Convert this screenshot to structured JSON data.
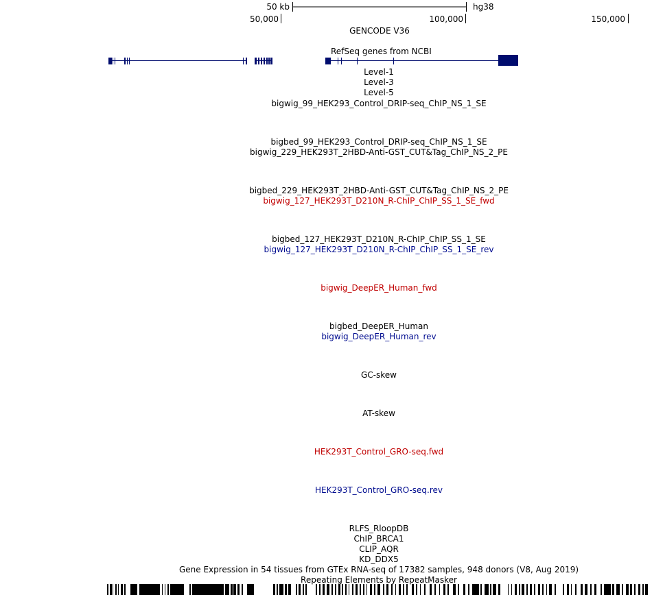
{
  "ruler": {
    "scale_label": "50 kb",
    "assembly": "hg38",
    "ticks": [
      "50,000",
      "100,000",
      "150,000"
    ]
  },
  "tracks": {
    "gencode": "GENCODE V36",
    "refseq": "RefSeq genes from NCBI",
    "level1": "Level-1",
    "level3": "Level-3",
    "level5": "Level-5",
    "t01": "bigwig_99_HEK293_Control_DRIP-seq_ChIP_NS_1_SE",
    "t02": "bigbed_99_HEK293_Control_DRIP-seq_ChIP_NS_1_SE",
    "t03": "bigwig_229_HEK293T_2HBD-Anti-GST_CUT&Tag_ChIP_NS_2_PE",
    "t04": "bigbed_229_HEK293T_2HBD-Anti-GST_CUT&Tag_ChIP_NS_2_PE",
    "t05": "bigwig_127_HEK293T_D210N_R-ChIP_ChIP_SS_1_SE_fwd",
    "t06": "bigbed_127_HEK293T_D210N_R-ChIP_ChIP_SS_1_SE",
    "t07": "bigwig_127_HEK293T_D210N_R-ChIP_ChIP_SS_1_SE_rev",
    "t08": "bigwig_DeepER_Human_fwd",
    "t09": "bigbed_DeepER_Human",
    "t10": "bigwig_DeepER_Human_rev",
    "t11": "GC-skew",
    "t12": "AT-skew",
    "t13": "HEK293T_Control_GRO-seq.fwd",
    "t14": "HEK293T_Control_GRO-seq.rev",
    "t15": "RLFS_RloopDB",
    "t16": "ChIP_BRCA1",
    "t17": "CLIP_AQR",
    "t18": "KD_DDX5",
    "t19": "Gene Expression in 54 tissues from GTEx RNA-seq of 17382 samples, 948 donors (V8, Aug 2019)",
    "t20": "Repeating Elements by RepeatMasker"
  },
  "colors": {
    "gene": "#000c6e",
    "fwd": "#c00000",
    "rev": "#000c8f"
  }
}
